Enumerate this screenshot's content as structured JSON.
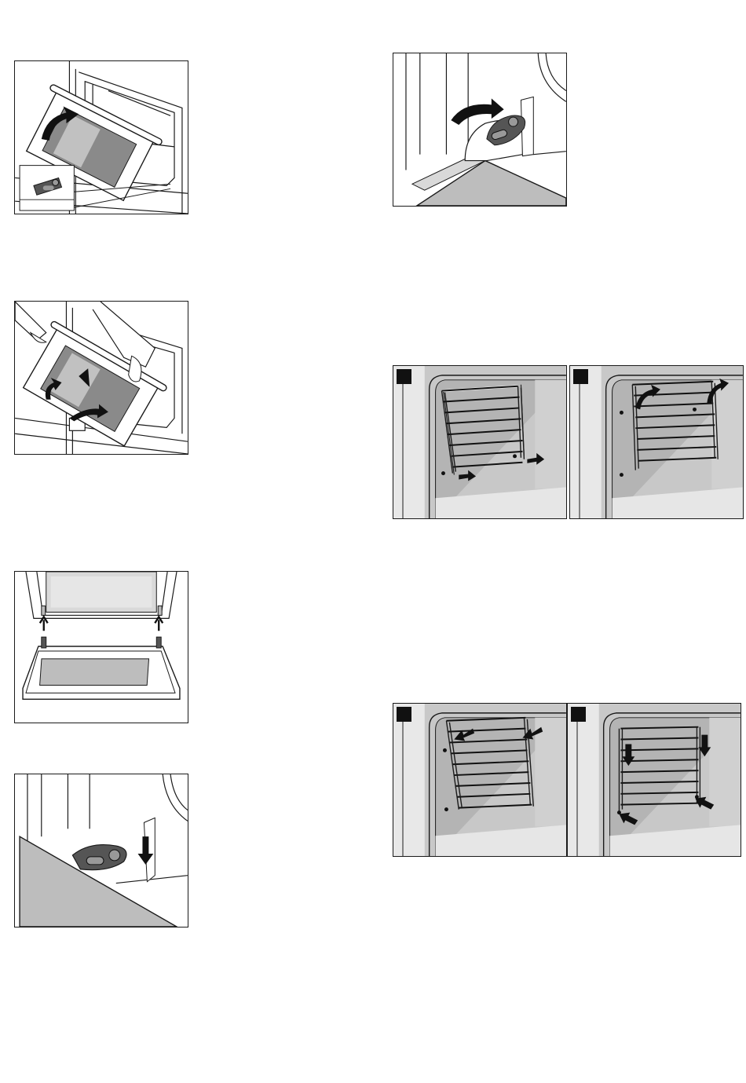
{
  "page": {
    "background": "#ffffff"
  },
  "figures": [
    {
      "id": "door-hinge-lever-open",
      "icon": "oven-door-hinge-lever-illustration"
    },
    {
      "id": "door-lift-remove",
      "icon": "oven-door-removal-illustration"
    },
    {
      "id": "door-hinge-slots",
      "icon": "oven-door-hinge-slots-illustration"
    },
    {
      "id": "hinge-lever-close",
      "icon": "hinge-lever-down-illustration"
    },
    {
      "id": "hinge-lever-fold",
      "icon": "hinge-lever-fold-illustration"
    },
    {
      "id": "rack-remove-pull",
      "icon": "shelf-rack-pull-out-illustration"
    },
    {
      "id": "rack-remove-lift",
      "icon": "shelf-rack-lift-out-illustration"
    },
    {
      "id": "rack-insert-hook",
      "icon": "shelf-rack-hook-in-illustration"
    },
    {
      "id": "rack-insert-press",
      "icon": "shelf-rack-press-in-illustration"
    }
  ],
  "colors": {
    "line": "#1a1a1a",
    "grey_fill": "#bdbdbd",
    "light_grey": "#d9d9d9",
    "dark_part": "#555555",
    "cavity_wall": "#c8c8c8"
  }
}
